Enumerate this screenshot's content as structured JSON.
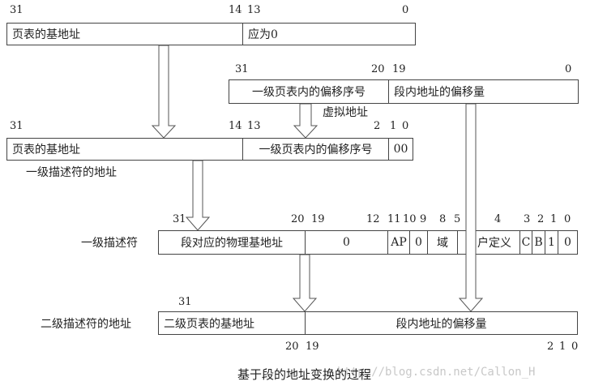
{
  "row1": {
    "bits": {
      "b31": "31",
      "b14": "14",
      "b13": "13",
      "b0": "0"
    },
    "cells": {
      "page_table_base": "页表的基地址",
      "should_be_zero": "应为0"
    }
  },
  "row2": {
    "bits": {
      "b31": "31",
      "b20": "20",
      "b19": "19",
      "b0": "0"
    },
    "cells": {
      "l1_index": "一级页表内的偏移序号",
      "section_offset": "段内地址的偏移量"
    },
    "caption": "虚拟地址"
  },
  "row3": {
    "bits": {
      "b31": "31",
      "b14": "14",
      "b13": "13",
      "b2": "2",
      "b1": "1",
      "b0": "0"
    },
    "cells": {
      "page_table_base": "页表的基地址",
      "l1_index": "一级页表内的偏移序号",
      "zeros": "00"
    },
    "caption": "一级描述符的地址"
  },
  "row4": {
    "bits": {
      "b31": "31",
      "b20": "20",
      "b19": "19",
      "b12": "12",
      "b11": "11",
      "b10": "10",
      "b9": "9",
      "b8": "8",
      "b5": "5",
      "b4": "4",
      "b3": "3",
      "b2": "2",
      "b1": "1",
      "b0": "0"
    },
    "side_label": "一级描述符",
    "cells": {
      "phys_base": "段对应的物理基地址",
      "zero_a": "0",
      "ap": "AP",
      "zero_b": "0",
      "domain": "域",
      "user_defined": "用户定义",
      "c": "C",
      "b": "B",
      "one": "1",
      "zero_c": "0"
    }
  },
  "row5": {
    "bits": {
      "b31": "31",
      "b20": "20",
      "b19": "19",
      "b2": "2",
      "b1": "1",
      "b0": "0"
    },
    "side_label": "二级描述符的地址",
    "cells": {
      "l2_base": "二级页表的基地址",
      "section_offset": "段内地址的偏移量"
    }
  },
  "caption": "基于段的地址变换的过程",
  "watermark": "http://blog.csdn.net/Callon_H"
}
